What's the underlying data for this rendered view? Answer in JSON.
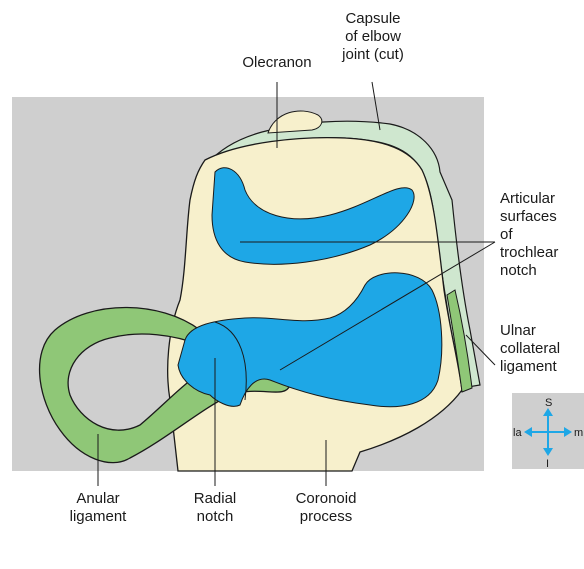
{
  "labels": {
    "capsule": "Capsule\nof elbow\njoint (cut)",
    "olecranon": "Olecranon",
    "articular": "Articular\nsurfaces\nof\ntrochlear\nnotch",
    "ulnar_collateral": "Ulnar\ncollateral\nligament",
    "anular": "Anular\nligament",
    "radial_notch": "Radial\nnotch",
    "coronoid": "Coronoid\nprocess"
  },
  "compass": {
    "superior": "S",
    "inferior": "I",
    "lateral": "la",
    "medial": "m"
  },
  "colors": {
    "background_panel": "#cfcfcf",
    "bone": "#f7f0cc",
    "cartilage": "#1ea7e6",
    "ligament": "#8fc777",
    "capsule": "#cfe7cf",
    "outline": "#1a1a1a"
  }
}
